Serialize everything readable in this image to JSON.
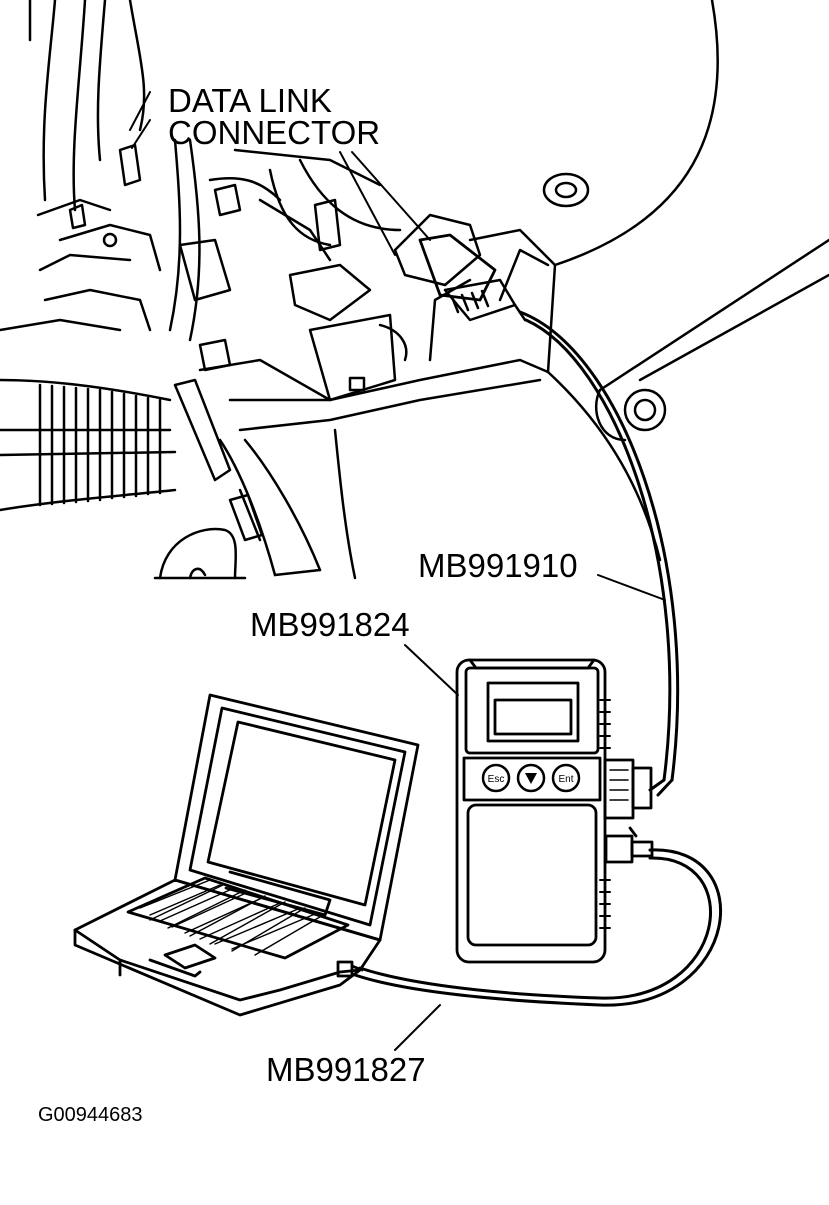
{
  "labels": {
    "data_link_line1": "DATA LINK",
    "data_link_line2": "CONNECTOR",
    "cable_mb991910": "MB991910",
    "vci_mb991824": "MB991824",
    "usb_mb991827": "MB991827",
    "figure_id": "G00944683"
  },
  "device_buttons": {
    "esc": "Esc",
    "down": "▼",
    "enter": "Ent"
  },
  "colors": {
    "ink": "#000000",
    "paper": "#ffffff"
  }
}
